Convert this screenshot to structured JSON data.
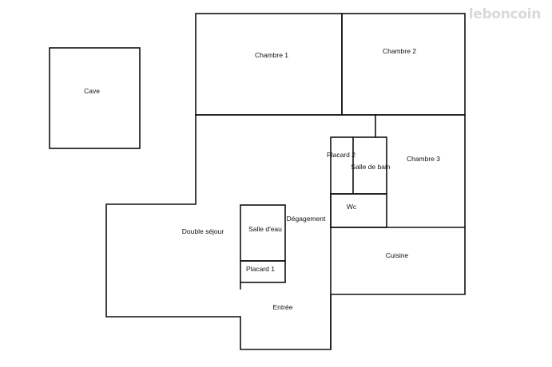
{
  "watermark": {
    "text": "leboncoin"
  },
  "rooms": {
    "chambre_1": "Chambre 1",
    "chambre_2": "Chambre 2",
    "cave": "Cave",
    "placard_2": "Placard 2",
    "salle_de_bain": "Salle de bain",
    "chambre_3": "Chambre 3",
    "degagement": "Dégagement",
    "wc": "Wc",
    "double_sejour": "Double séjour",
    "salle_d_eau": "Salle d'eau",
    "placard_1": "Placard 1",
    "cuisine": "Cuisine",
    "entree": "Entrée"
  },
  "colors": {
    "wall": "#111111",
    "background": "#ffffff",
    "watermark": "#d9d9d9"
  }
}
